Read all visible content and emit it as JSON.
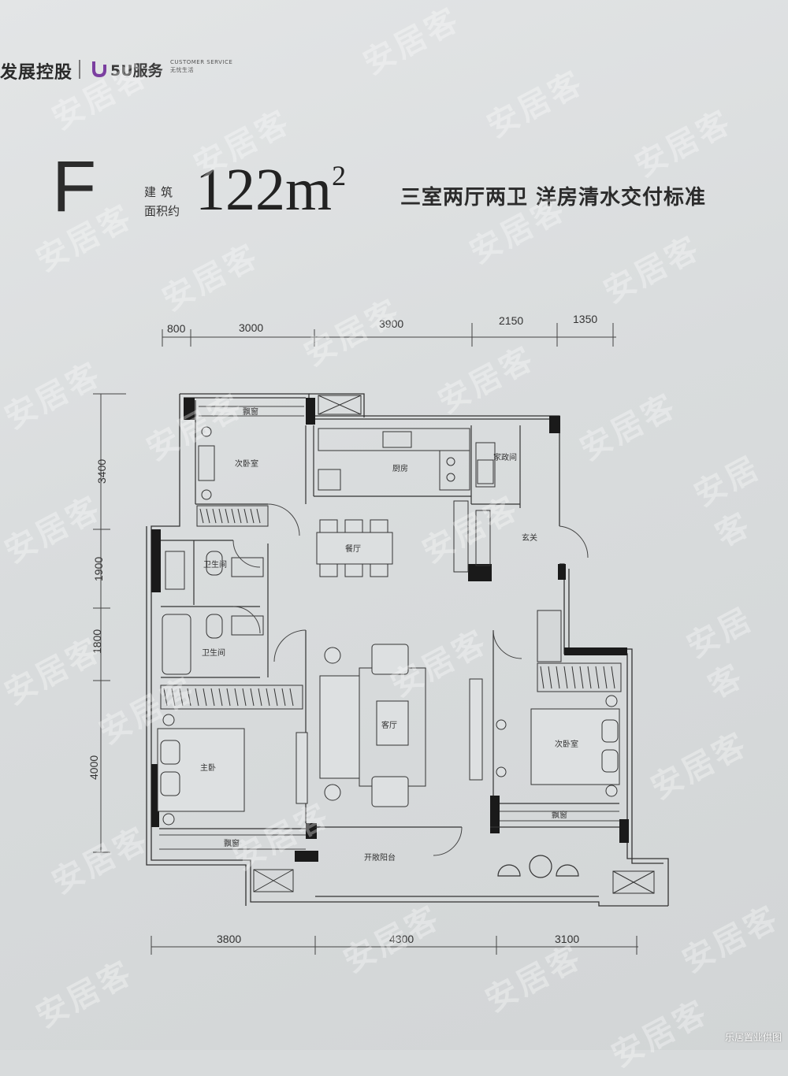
{
  "header": {
    "brand_text": "发展控股",
    "service_label": "5U服务",
    "service_en": "CUSTOMER SERVICE",
    "service_cn_small": "无忧生活"
  },
  "plan": {
    "type_letter": "F",
    "area_caption_line1": "建筑",
    "area_caption_line2": "面积约",
    "area_value": "122m",
    "area_sup": "2",
    "description": "三室两厅两卫  洋房清水交付标准"
  },
  "dimensions": {
    "top": [
      "800",
      "3000",
      "3900",
      "2150",
      "1350"
    ],
    "left": [
      "3400",
      "1900",
      "1800",
      "4000"
    ],
    "bottom": [
      "3800",
      "4300",
      "3100"
    ]
  },
  "rooms": {
    "bay_window_top": "飘窗",
    "second_bedroom_top": "次卧室",
    "kitchen": "厨房",
    "utility_room": "家政间",
    "dining": "餐厅",
    "entrance": "玄关",
    "bathroom_1": "卫生间",
    "bathroom_2": "卫生间",
    "living_room": "客厅",
    "second_bedroom_right": "次卧室",
    "bay_window_right": "飘窗",
    "master_bedroom": "主卧",
    "bay_window_master": "飘窗",
    "balcony": "开敞阳台"
  },
  "watermark_text": "安居客",
  "credit": "乐居置业供图",
  "colors": {
    "wall": "#1a1a1a",
    "line": "#444444",
    "paper": "#dcdfe0"
  }
}
